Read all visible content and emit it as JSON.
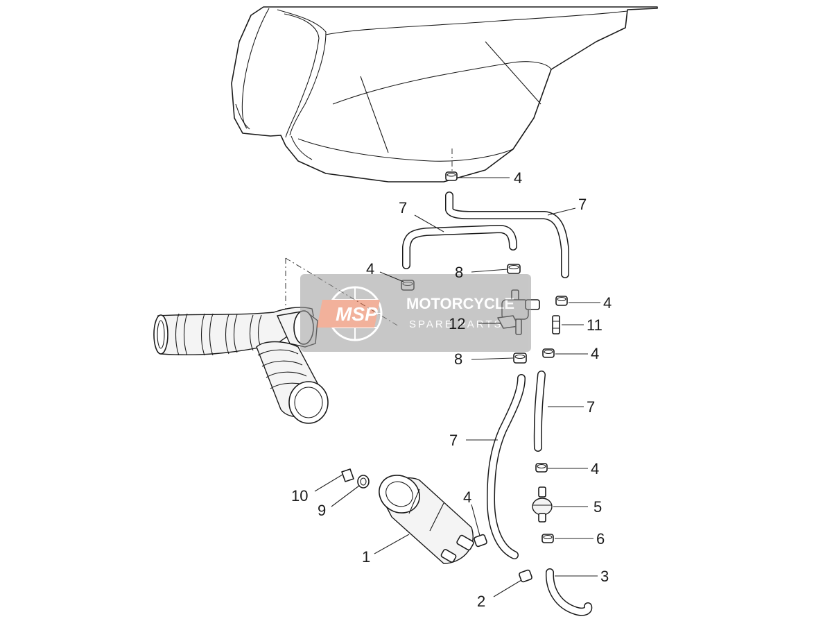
{
  "callouts": [
    {
      "id": "c4a",
      "label": "4"
    },
    {
      "id": "c7a",
      "label": "7"
    },
    {
      "id": "c7b",
      "label": "7"
    },
    {
      "id": "c4b",
      "label": "4"
    },
    {
      "id": "c8a",
      "label": "8"
    },
    {
      "id": "c4c",
      "label": "4"
    },
    {
      "id": "c12",
      "label": "12"
    },
    {
      "id": "c11",
      "label": "11"
    },
    {
      "id": "c8b",
      "label": "8"
    },
    {
      "id": "c4d",
      "label": "4"
    },
    {
      "id": "c7c",
      "label": "7"
    },
    {
      "id": "c7d",
      "label": "7"
    },
    {
      "id": "c4e",
      "label": "4"
    },
    {
      "id": "c10",
      "label": "10"
    },
    {
      "id": "c9",
      "label": "9"
    },
    {
      "id": "c4f",
      "label": "4"
    },
    {
      "id": "c5",
      "label": "5"
    },
    {
      "id": "c6",
      "label": "6"
    },
    {
      "id": "c1",
      "label": "1"
    },
    {
      "id": "c3",
      "label": "3"
    },
    {
      "id": "c2",
      "label": "2"
    }
  ],
  "watermark": {
    "logo": "MSP",
    "line1": "MOTORCYCLE",
    "line2": "SPARE PARTS",
    "colors": {
      "panel": "#9a9a9a",
      "accent": "#e8734a"
    }
  }
}
